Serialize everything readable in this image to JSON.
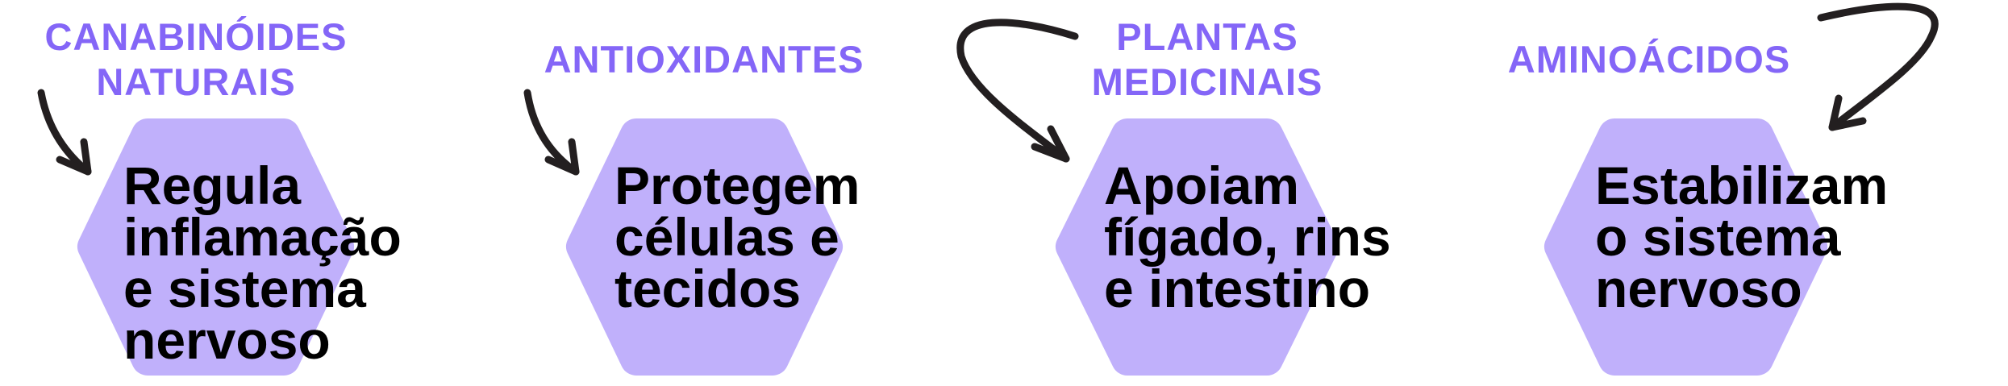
{
  "colors": {
    "title": "#8466f7",
    "hexagon": "#c0b0fb",
    "text": "#000000",
    "arrow": "#231f20"
  },
  "cards": [
    {
      "title_lines": [
        "CANABINÓIDES",
        "NATURAIS"
      ],
      "body_lines": [
        "Regula",
        "inflamação",
        "e sistema",
        "nervoso"
      ]
    },
    {
      "title_lines": [
        "ANTIOXIDANTES"
      ],
      "body_lines": [
        "Protegem",
        "células e",
        "tecidos"
      ]
    },
    {
      "title_lines": [
        "PLANTAS",
        "MEDICINAIS"
      ],
      "body_lines": [
        "Apoiam",
        "fígado, rins",
        "e intestino"
      ]
    },
    {
      "title_lines": [
        "AMINOÁCIDOS"
      ],
      "body_lines": [
        "Estabilizam",
        "o sistema",
        "nervoso"
      ]
    }
  ]
}
